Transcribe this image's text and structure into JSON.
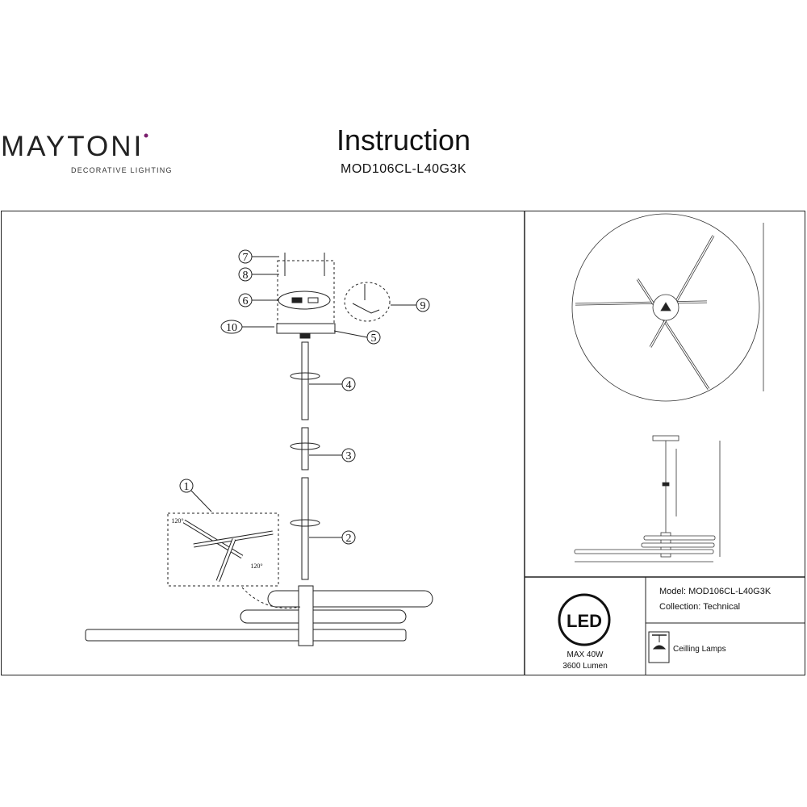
{
  "brand": {
    "name": "MAYTONI",
    "tagline": "DECORATIVE LIGHTING",
    "accent_color": "#7b1f6e"
  },
  "header": {
    "title": "Instruction",
    "model": "MOD106CL-L40G3K"
  },
  "assembly": {
    "callouts": [
      "1",
      "2",
      "3",
      "4",
      "5",
      "6",
      "7",
      "8",
      "9",
      "10"
    ],
    "angle_label": "120°"
  },
  "specs": {
    "model_line": "Model: MOD106CL-L40G3K",
    "collection_line": "Collection: Technical",
    "led_badge": "LED",
    "power": "MAX 40W",
    "lumen": "3600 Lumen",
    "category": "Ceilling Lamps",
    "icons": [
      "led-icon",
      "ceiling-lamp-icon"
    ]
  }
}
